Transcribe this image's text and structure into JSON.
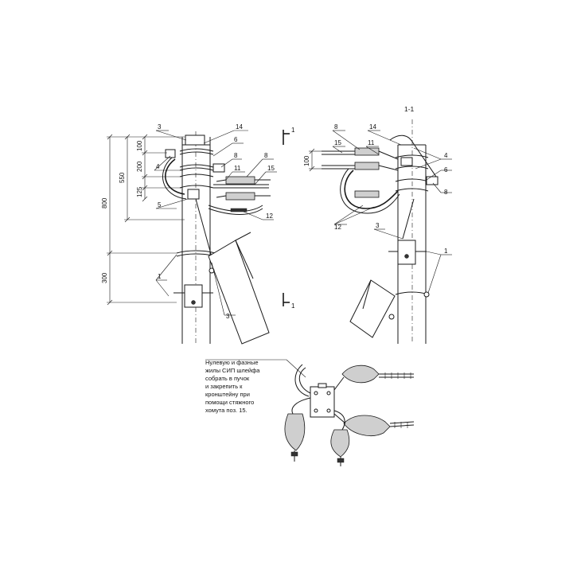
{
  "section_title": "1-1",
  "section_mark": "1",
  "note_lines": [
    "Нулевую и фазные",
    "жилы СИП шлейфа",
    "собрать в пучок",
    "и закрепить к",
    "кронштейну при",
    "помощи стяжного",
    "хомута поз. 15."
  ],
  "dimensions": {
    "d800": "800",
    "d550": "550",
    "d100": "100",
    "d200": "200",
    "d125": "125",
    "d300": "300",
    "d100r": "100"
  },
  "left_labels": {
    "l3": "3",
    "l14": "14",
    "l6": "6",
    "l4": "4",
    "l8": "8",
    "l11": "11",
    "l15": "15",
    "l5": "5",
    "l12": "12",
    "l1": "1",
    "l3b": "3"
  },
  "right_labels": {
    "r8": "8",
    "r14": "14",
    "r15": "15",
    "r11": "11",
    "r4": "4",
    "r6": "6",
    "r8b": "8",
    "r12": "12",
    "r3": "3",
    "r1": "1"
  },
  "colors": {
    "line": "#1a1a1a",
    "background": "#ffffff"
  }
}
